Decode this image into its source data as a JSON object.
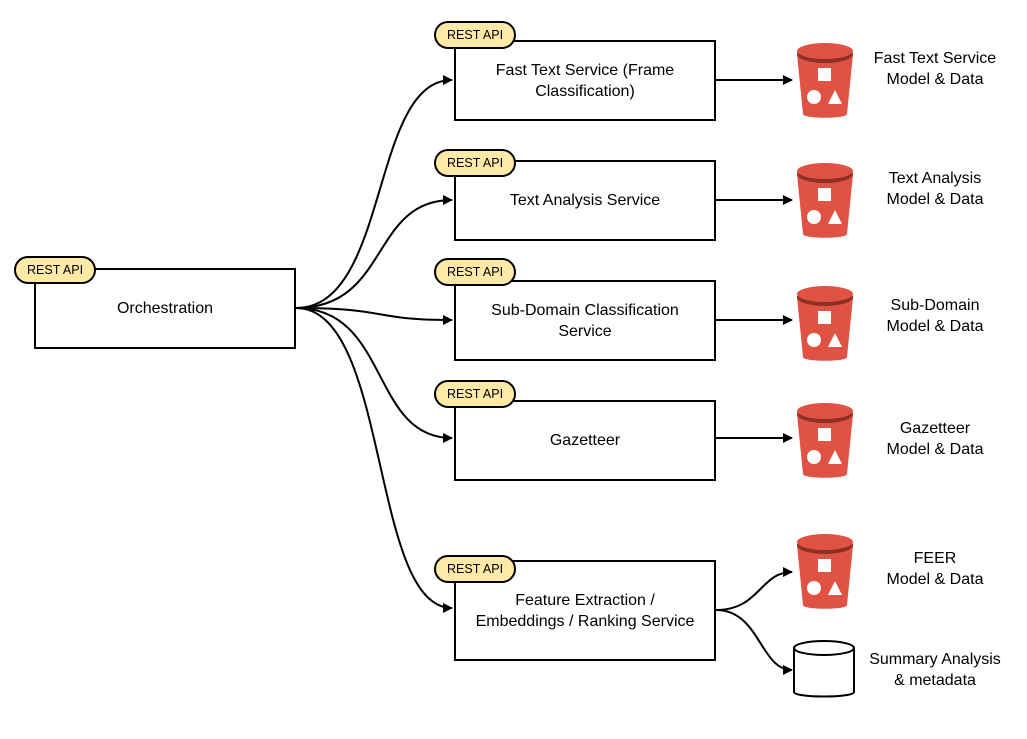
{
  "colors": {
    "badge_fill": "#ffe9a6",
    "bucket_red": "#e05243",
    "bucket_dark": "#8c3123"
  },
  "badge_text": "REST API",
  "orchestration": {
    "label": "Orchestration",
    "badge": "REST API"
  },
  "services": [
    {
      "label": "Fast Text Service (Frame\nClassification)",
      "badge": "REST API"
    },
    {
      "label": "Text Analysis Service",
      "badge": "REST API"
    },
    {
      "label": "Sub-Domain Classification\nService",
      "badge": "REST API"
    },
    {
      "label": "Gazetteer",
      "badge": "REST API"
    },
    {
      "label": "Feature Extraction /\nEmbeddings / Ranking Service",
      "badge": "REST API"
    }
  ],
  "stores": [
    {
      "label": "Fast Text Service\nModel & Data",
      "icon": "s3-bucket-icon"
    },
    {
      "label": "Text Analysis\nModel & Data",
      "icon": "s3-bucket-icon"
    },
    {
      "label": "Sub-Domain\nModel & Data",
      "icon": "s3-bucket-icon"
    },
    {
      "label": "Gazetteer\nModel & Data",
      "icon": "s3-bucket-icon"
    },
    {
      "label": "FEER\nModel & Data",
      "icon": "s3-bucket-icon"
    },
    {
      "label": "Summary Analysis\n& metadata",
      "icon": "database-cylinder-icon"
    }
  ]
}
